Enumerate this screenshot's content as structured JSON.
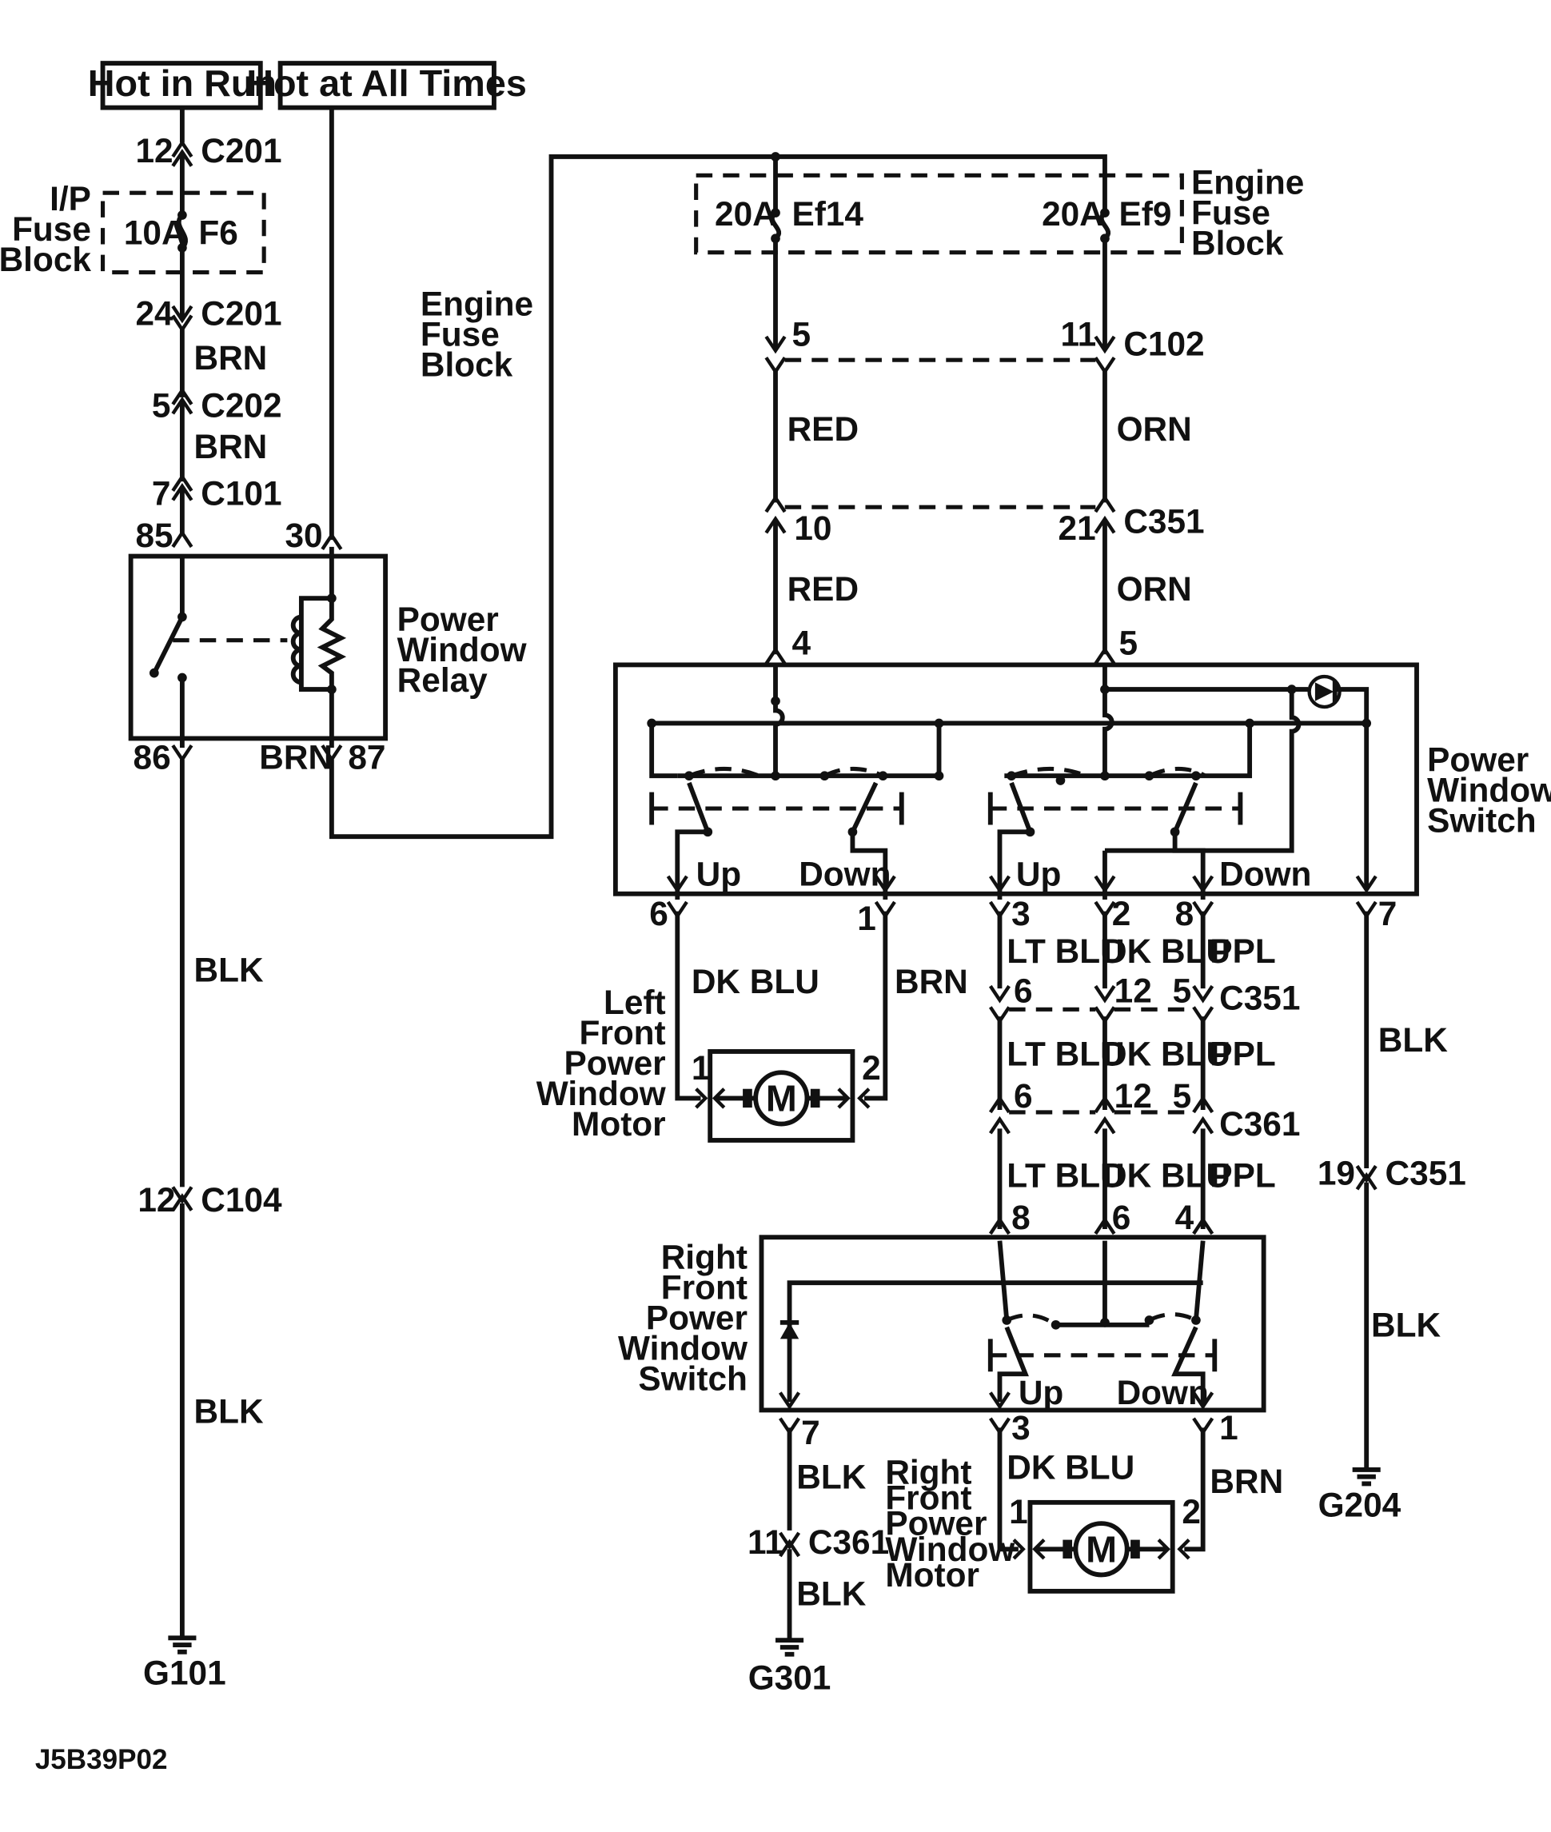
{
  "sources": {
    "hot_in_run": "Hot in Run",
    "hot_at_all_times": "Hot at All Times"
  },
  "fuse_blocks": {
    "ip": {
      "label": [
        "I/P",
        "Fuse",
        "Block"
      ],
      "fuse_rating": "10A",
      "fuse_id": "F6"
    },
    "engine": {
      "label": [
        "Engine",
        "Fuse",
        "Block"
      ],
      "fuse1_rating": "20A",
      "fuse1_id": "Ef14",
      "fuse2_rating": "20A",
      "fuse2_id": "Ef9"
    },
    "engine_label_left": [
      "Engine",
      "Fuse",
      "Block"
    ]
  },
  "components": {
    "relay": [
      "Power",
      "Window",
      "Relay"
    ],
    "switch": [
      "Power",
      "Window",
      "Switch"
    ],
    "lf_motor": [
      "Left",
      "Front",
      "Power",
      "Window",
      "Motor"
    ],
    "rf_switch": [
      "Right",
      "Front",
      "Power",
      "Window",
      "Switch"
    ],
    "rf_motor": [
      "Right",
      "Front",
      "Power",
      "Window",
      "Motor"
    ],
    "motor_symbol": "M"
  },
  "connectors": {
    "c201": "C201",
    "c202": "C202",
    "c101": "C101",
    "c104": "C104",
    "c102": "C102",
    "c351": "C351",
    "c361": "C361"
  },
  "pins": {
    "p12": "12",
    "p24": "24",
    "p5": "5",
    "p7": "7",
    "p85": "85",
    "p30": "30",
    "p86": "86",
    "p87": "87",
    "p11": "11",
    "p10": "10",
    "p21": "21",
    "p4": "4",
    "p6": "6",
    "p1": "1",
    "p3": "3",
    "p2": "2",
    "p8": "8",
    "p19": "19"
  },
  "wires": {
    "brn": "BRN",
    "blk": "BLK",
    "red": "RED",
    "orn": "ORN",
    "dkblu": "DK BLU",
    "ltblu": "LT BLU",
    "ppl": "PPL"
  },
  "switch_labels": {
    "up": "Up",
    "down": "Down"
  },
  "grounds": {
    "g101": "G101",
    "g301": "G301",
    "g204": "G204"
  },
  "diagram_code": "J5B39P02"
}
